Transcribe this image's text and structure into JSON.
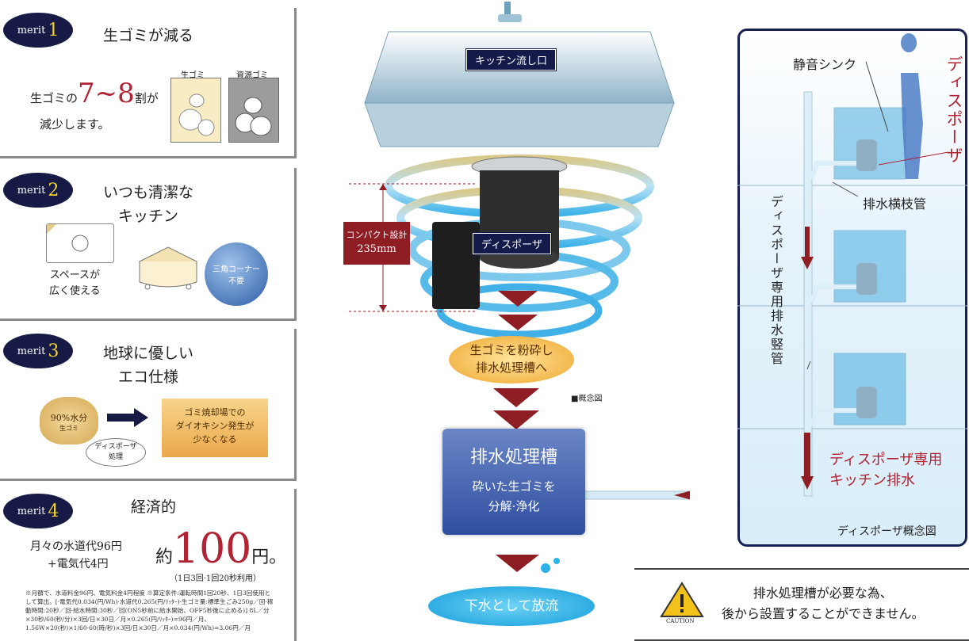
{
  "merit1": {
    "badge": "merit",
    "num": "1",
    "title": "生ゴミが減る",
    "line1_pre": "生ゴミの",
    "line1_big": "7~8",
    "line1_unit": "割が",
    "line2": "減少します。",
    "bag1_label": "生ゴミ",
    "bag2_label": "資源ゴミ"
  },
  "merit2": {
    "badge": "merit",
    "num": "2",
    "title_l1": "いつも清潔な",
    "title_l2": "キッチン",
    "caption_l1": "スペースが",
    "caption_l2": "広く使える",
    "bubble_l1": "三角コーナー",
    "bubble_l2": "不要"
  },
  "merit3": {
    "badge": "merit",
    "num": "3",
    "title_l1": "地球に優しい",
    "title_l2": "エコ仕様",
    "bag_l1": "90%水分",
    "bag_l2": "生ゴミ",
    "process_l1": "ディスポーザ",
    "process_l2": "処理",
    "result_l1": "ゴミ焼却場での",
    "result_l2": "ダイオキシン発生が",
    "result_l3": "少なくなる"
  },
  "merit4": {
    "badge": "merit",
    "num": "4",
    "title": "経済的",
    "water": "月々の水道代96円",
    "elec": "+電気代4円",
    "approx": "約",
    "amount": "100",
    "unit": "円。",
    "usage": "（1日3回·1回20秒利用）",
    "note": "※月額で、水道料金96円、電気料金4円程度 ※算定条件:運転時間1回20秒、1日3回使用として算出。[·電気代0.034(円/Wh)·水道代0.265(円/ﾘｯﾀｰ)·生ゴミ量:標準生ごみ250g／回·稼動時間:20秒／回·給水時間:30秒／回(ON5秒前に給水開始、OFF5秒後に止める)] 8L／分×30秒/60(秒/分)×3回/日×30日／月×0.265(円/ﾘｯﾀｰ)=96円／月、1.56W×20(秒)×1/60·60(時/秒)×3回/日×30日／月×0.034(円/Wh)=3.06円／月"
  },
  "center": {
    "sink_label": "キッチン流し口",
    "compact_l1": "コンパクト設計",
    "compact_l2": "235mm",
    "disposer_label": "ディスポーザ",
    "grind_l1": "生ゴミを粉砕し",
    "grind_l2": "排水処理槽へ",
    "concept": "■概念図",
    "tank_title": "排水処理槽",
    "tank_l1": "砕いた生ゴミを",
    "tank_l2": "分解·浄化",
    "discharge": "下水として放流"
  },
  "right": {
    "quiet_sink": "静音シンク",
    "disposer": "ディスポーザ",
    "branch_pipe": "排水横枝管",
    "vertical_pipe": "ディスポーザ専用排水竪管",
    "kitchen_drain_l1": "ディスポーザ専用",
    "kitchen_drain_l2": "キッチン排水",
    "concept_label": "ディスポーザ概念図"
  },
  "caution": {
    "icon_text": "CAUTION",
    "l1": "排水処理槽が必要な為、",
    "l2": "後から設置することができません。"
  },
  "colors": {
    "navy": "#161a45",
    "gold": "#f2d22f",
    "crimson": "#b12233",
    "dark_red": "#8f1d24",
    "tank_blue": "#2f4ea0",
    "sky": "#26a8e0"
  }
}
